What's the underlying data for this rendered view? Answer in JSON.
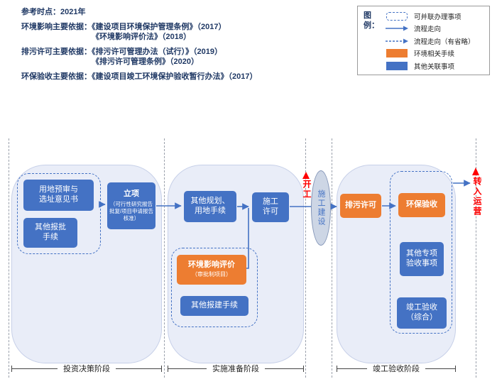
{
  "header": {
    "ref_time": "参考时点：2021年",
    "eia_line": "环境影响主要依据：《建设项目环境保护管理条例》（2017）",
    "eia_line2": "《环境影响评价法》（2018）",
    "permit_line": "排污许可主要依据：《排污许可管理办法（试行）》（2019）",
    "permit_line2": "《排污许可管理条例》（2020）",
    "acceptance_line": "环保验收主要依据：《建设项目竣工环境保护验收暂行办法》（2017）"
  },
  "legend": {
    "title": "图例：",
    "parallel_label": "可并联办理事项",
    "flow_label": "流程走向",
    "flow_omitted_label": "流程走向（有省略）",
    "env_label": "环境相关手续",
    "other_label": "其他关联事项"
  },
  "colors": {
    "blue": "#4472C4",
    "orange": "#ED7D31",
    "red": "#FF0000",
    "navy": "#1F3864",
    "phase_fill": "#E9EDF8"
  },
  "phase1": {
    "label": "投资决策阶段",
    "land_box": "用地预审与\n选址意见书",
    "other_approval_box": "其他报批\n手续",
    "lixiang_title": "立项",
    "lixiang_sub": "（可行性研究报告批复/项目申请报告核准）"
  },
  "phase2": {
    "label": "实施准备阶段",
    "planning_box": "其他规划、\n用地手续",
    "construction_permit_box": "施工\n许可",
    "eia_title": "环境影响评价",
    "eia_sub": "（审批制项目）",
    "other_construction_box": "其他报建手续"
  },
  "milestones": {
    "start_construction": "开工",
    "construction_phase": "施工建设",
    "to_operation": "转入运营"
  },
  "phase3": {
    "label": "竣工验收阶段",
    "pollution_permit_box": "排污许可",
    "env_acceptance_box": "环保验收",
    "special_acceptance_box": "其他专项\n验收事项",
    "completion_acceptance_box": "竣工验收\n（综合）"
  }
}
